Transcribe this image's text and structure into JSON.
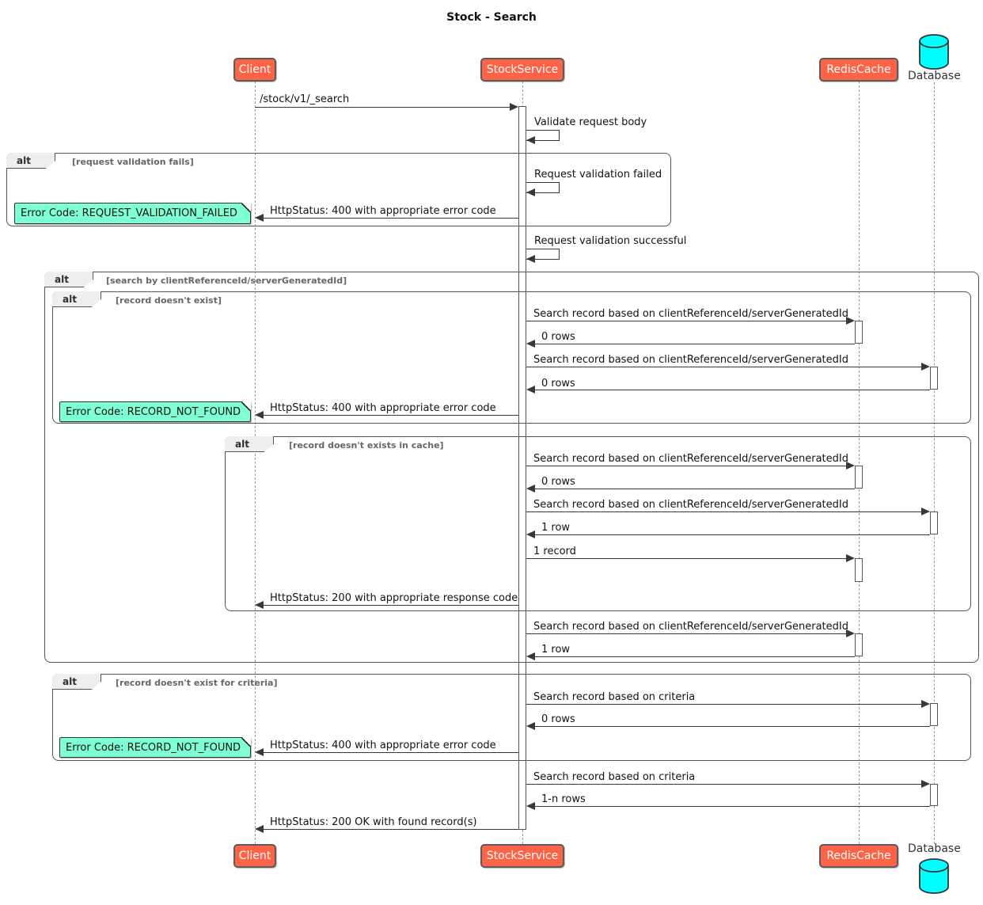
{
  "diagram": {
    "type": "sequence",
    "title": "Stock - Search"
  },
  "participants": [
    {
      "name": "Client",
      "kind": "participant"
    },
    {
      "name": "StockService",
      "kind": "participant"
    },
    {
      "name": "RedisCache",
      "kind": "participant"
    },
    {
      "name": "Database",
      "kind": "database"
    }
  ],
  "fragments": [
    {
      "operator": "alt",
      "condition": "[request validation fails]"
    },
    {
      "operator": "alt",
      "condition": "[search by clientReferenceId/serverGeneratedId]"
    },
    {
      "operator": "alt",
      "condition": "[record doesn't exist]"
    },
    {
      "operator": "alt",
      "condition": "[record doesn't exists in cache]"
    },
    {
      "operator": "alt",
      "condition": "[record doesn't exist for criteria]"
    }
  ],
  "notes": [
    {
      "text": "Error Code: REQUEST_VALIDATION_FAILED"
    },
    {
      "text": "Error Code: RECORD_NOT_FOUND"
    },
    {
      "text": "Error Code: RECORD_NOT_FOUND"
    }
  ],
  "messages": [
    {
      "from": "Client",
      "to": "StockService",
      "label": "/stock/v1/_search",
      "kind": "call"
    },
    {
      "from": "StockService",
      "to": "StockService",
      "label": "Validate request body",
      "kind": "self"
    },
    {
      "from": "StockService",
      "to": "StockService",
      "label": "Request validation failed",
      "kind": "self"
    },
    {
      "from": "StockService",
      "to": "Client",
      "label": "HttpStatus: 400 with appropriate error code",
      "kind": "return"
    },
    {
      "from": "StockService",
      "to": "StockService",
      "label": "Request validation successful",
      "kind": "self"
    },
    {
      "from": "StockService",
      "to": "RedisCache",
      "label": "Search record based on clientReferenceId/serverGeneratedId",
      "kind": "call"
    },
    {
      "from": "RedisCache",
      "to": "StockService",
      "label": "0 rows",
      "kind": "return"
    },
    {
      "from": "StockService",
      "to": "Database",
      "label": "Search record based on clientReferenceId/serverGeneratedId",
      "kind": "call"
    },
    {
      "from": "Database",
      "to": "StockService",
      "label": "0 rows",
      "kind": "return"
    },
    {
      "from": "StockService",
      "to": "Client",
      "label": "HttpStatus: 400 with appropriate error code",
      "kind": "return"
    },
    {
      "from": "StockService",
      "to": "RedisCache",
      "label": "Search record based on clientReferenceId/serverGeneratedId",
      "kind": "call"
    },
    {
      "from": "RedisCache",
      "to": "StockService",
      "label": "0 rows",
      "kind": "return"
    },
    {
      "from": "StockService",
      "to": "Database",
      "label": "Search record based on clientReferenceId/serverGeneratedId",
      "kind": "call"
    },
    {
      "from": "Database",
      "to": "StockService",
      "label": "1 row",
      "kind": "return"
    },
    {
      "from": "StockService",
      "to": "RedisCache",
      "label": "1 record",
      "kind": "call"
    },
    {
      "from": "StockService",
      "to": "Client",
      "label": "HttpStatus: 200 with appropriate response code",
      "kind": "return"
    },
    {
      "from": "StockService",
      "to": "RedisCache",
      "label": "Search record based on clientReferenceId/serverGeneratedId",
      "kind": "call"
    },
    {
      "from": "RedisCache",
      "to": "StockService",
      "label": "1 row",
      "kind": "return"
    },
    {
      "from": "StockService",
      "to": "Database",
      "label": "Search record based on criteria",
      "kind": "call"
    },
    {
      "from": "Database",
      "to": "StockService",
      "label": "0 rows",
      "kind": "return"
    },
    {
      "from": "StockService",
      "to": "Client",
      "label": "HttpStatus: 400 with appropriate error code",
      "kind": "return"
    },
    {
      "from": "StockService",
      "to": "Database",
      "label": "Search record based on criteria",
      "kind": "call"
    },
    {
      "from": "Database",
      "to": "StockService",
      "label": "1-n rows",
      "kind": "return"
    },
    {
      "from": "StockService",
      "to": "Client",
      "label": "HttpStatus: 200 OK with found record(s)",
      "kind": "return"
    }
  ],
  "colors": {
    "participant_fill": "#ff6347",
    "participant_border": "#5b5b5b",
    "note_fill": "#7fffd4",
    "database_fill": "#00ffff",
    "frame_border": "#555555",
    "fragment_tab_fill": "#eeeeee",
    "arrow": "#383838",
    "lifeline": "#9a9a9a"
  }
}
